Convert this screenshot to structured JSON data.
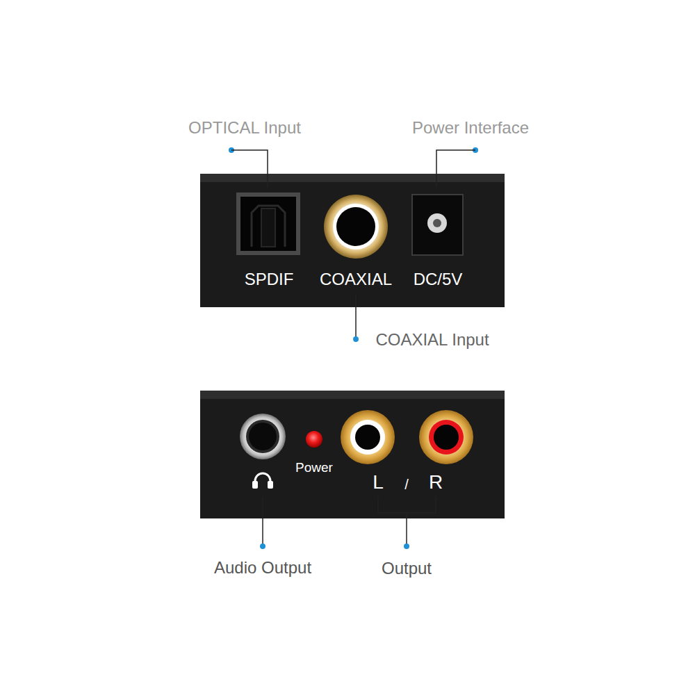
{
  "diagram": {
    "nodes": [
      {
        "text": [
          "SPDIF",
          "COAXIAL",
          "DC/5V"
        ]
      },
      {
        "text": [
          "Power",
          "L",
          "/",
          "R"
        ]
      }
    ],
    "labels": [
      "OPTICAL Input",
      "Power Interface",
      "COAXIAL Input",
      "Audio Output",
      "Output"
    ]
  }
}
